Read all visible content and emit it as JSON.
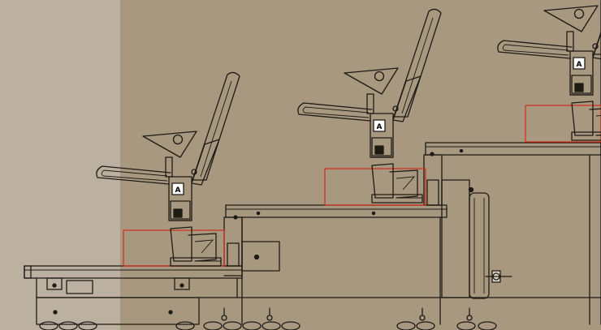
{
  "colors": {
    "background_left": "#bcb1a0",
    "background_main": "#a89880",
    "line": "#1e1a14",
    "seat_fill": "#a89880",
    "marker_fill": "#ffffff",
    "highlight": "#d42a1c"
  },
  "seats": [
    {
      "badge": "A"
    },
    {
      "badge": "A"
    },
    {
      "badge": "A"
    }
  ],
  "platform_tiers": 3,
  "highlighted_regions": 3,
  "icons": [
    "wheel-icon",
    "bolt-icon",
    "pivot-icon"
  ]
}
